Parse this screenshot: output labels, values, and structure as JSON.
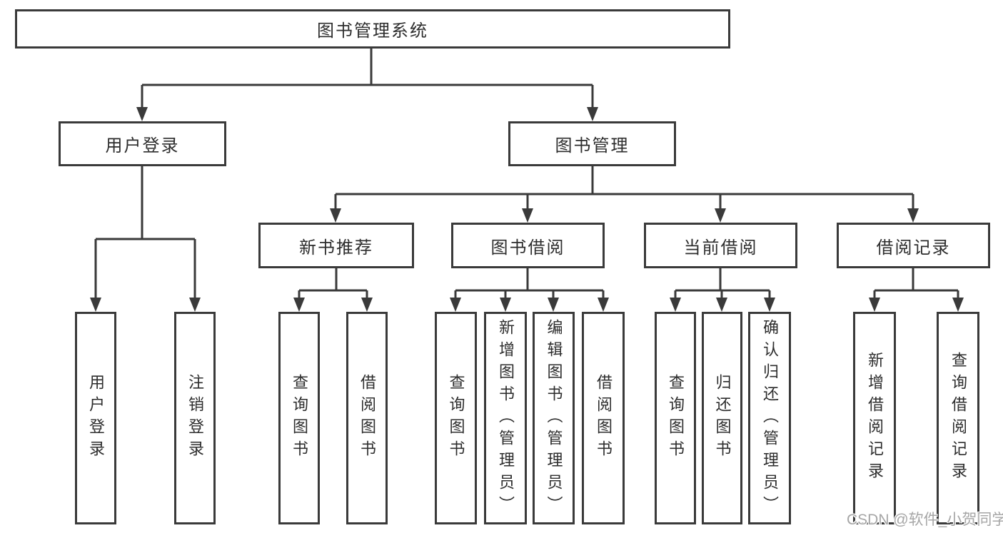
{
  "diagram": {
    "root_label": "图书管理系统",
    "user_branch": {
      "label": "用户登录",
      "leaves": [
        "用户登录",
        "注销登录"
      ]
    },
    "book_branch": {
      "label": "图书管理",
      "groups": [
        {
          "label": "新书推荐",
          "leaves": [
            "查询图书",
            "借阅图书"
          ]
        },
        {
          "label": "图书借阅",
          "leaves": [
            "查询图书",
            "新增图书（管理员）",
            "编辑图书（管理员）",
            "借阅图书"
          ]
        },
        {
          "label": "当前借阅",
          "leaves": [
            "查询图书",
            "归还图书",
            "确认归还（管理员）"
          ]
        },
        {
          "label": "借阅记录",
          "leaves": [
            "新增借阅记录",
            "查询借阅记录"
          ]
        }
      ]
    },
    "watermark": "CSDN @软件_小贺同学",
    "colors": {
      "line": "#3a3a3a",
      "text": "#2d2d2d",
      "box_fill": "#ffffff",
      "watermark": "#a6a6a6"
    }
  }
}
